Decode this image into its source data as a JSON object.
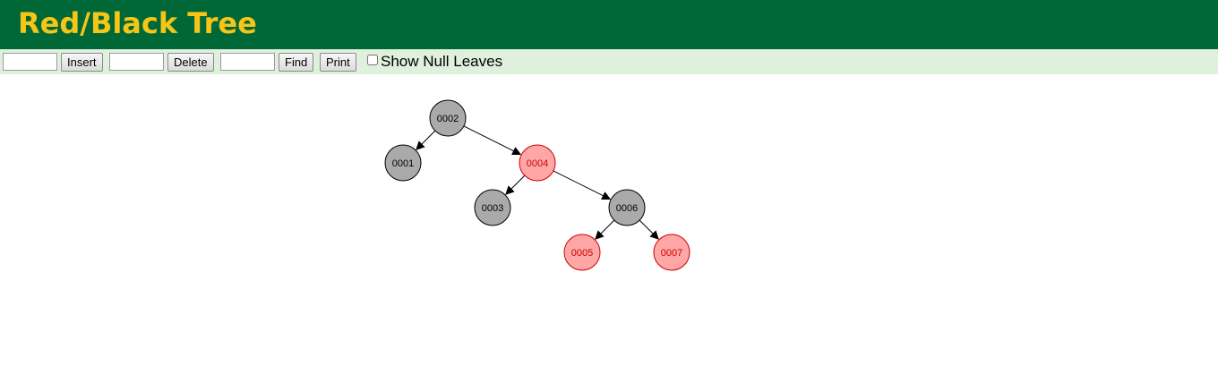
{
  "header": {
    "title": "Red/Black Tree"
  },
  "toolbar": {
    "insert_value": "",
    "insert_label": "Insert",
    "delete_value": "",
    "delete_label": "Delete",
    "find_value": "",
    "find_label": "Find",
    "print_label": "Print",
    "show_null_leaves_label": "Show Null Leaves",
    "show_null_leaves_checked": false
  },
  "colors": {
    "header_bg": "#006837",
    "title": "#f5c518",
    "toolbar_bg": "#dff0dd",
    "black_node_fill": "#aaaaaa",
    "black_node_stroke": "#000000",
    "red_node_fill": "#ffa6a6",
    "red_node_stroke": "#cc0000",
    "red_node_text": "#cc0000"
  },
  "tree": {
    "nodes": [
      {
        "key": "0002",
        "color": "black",
        "depth": 0,
        "order": 2
      },
      {
        "key": "0001",
        "color": "black",
        "depth": 1,
        "order": 1
      },
      {
        "key": "0004",
        "color": "red",
        "depth": 1,
        "order": 4
      },
      {
        "key": "0003",
        "color": "black",
        "depth": 2,
        "order": 3
      },
      {
        "key": "0006",
        "color": "black",
        "depth": 2,
        "order": 6
      },
      {
        "key": "0005",
        "color": "red",
        "depth": 3,
        "order": 5
      },
      {
        "key": "0007",
        "color": "red",
        "depth": 3,
        "order": 7
      }
    ],
    "edges": [
      [
        "0002",
        "0001"
      ],
      [
        "0002",
        "0004"
      ],
      [
        "0004",
        "0003"
      ],
      [
        "0004",
        "0006"
      ],
      [
        "0006",
        "0005"
      ],
      [
        "0006",
        "0007"
      ]
    ]
  }
}
